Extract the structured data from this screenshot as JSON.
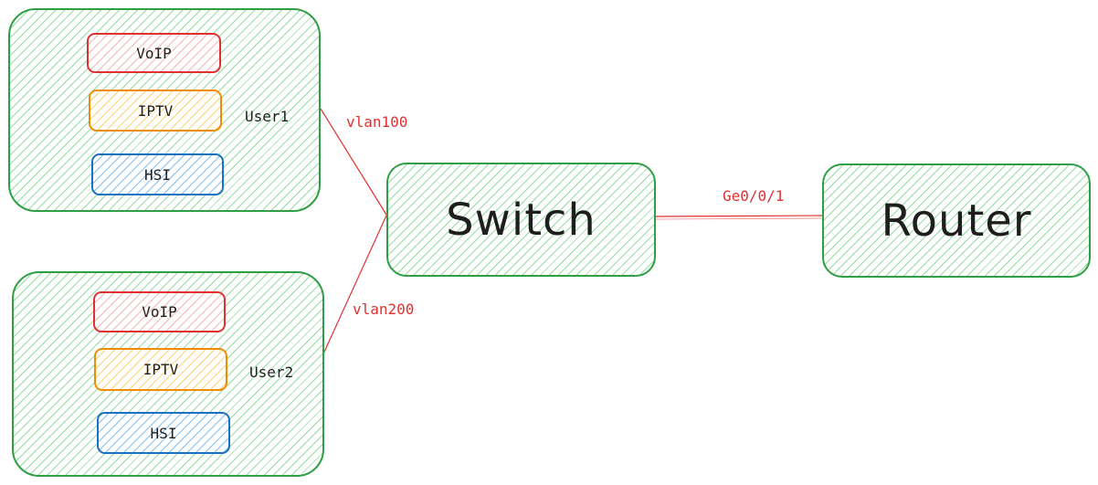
{
  "colors": {
    "group_stroke": "#2f9e44",
    "link_stroke": "#e03131",
    "voip_stroke": "#e03131",
    "iptv_stroke": "#f08c00",
    "hsi_stroke": "#1971c2"
  },
  "users": [
    {
      "label": "User1",
      "services": [
        {
          "label": "VoIP"
        },
        {
          "label": "IPTV"
        },
        {
          "label": "HSI"
        }
      ]
    },
    {
      "label": "User2",
      "services": [
        {
          "label": "VoIP"
        },
        {
          "label": "IPTV"
        },
        {
          "label": "HSI"
        }
      ]
    }
  ],
  "devices": {
    "switch": {
      "label": "Switch"
    },
    "router": {
      "label": "Router"
    }
  },
  "links": {
    "user1_switch": {
      "label": "vlan100"
    },
    "user2_switch": {
      "label": "vlan200"
    },
    "switch_router": {
      "label": "Ge0/0/1"
    }
  }
}
